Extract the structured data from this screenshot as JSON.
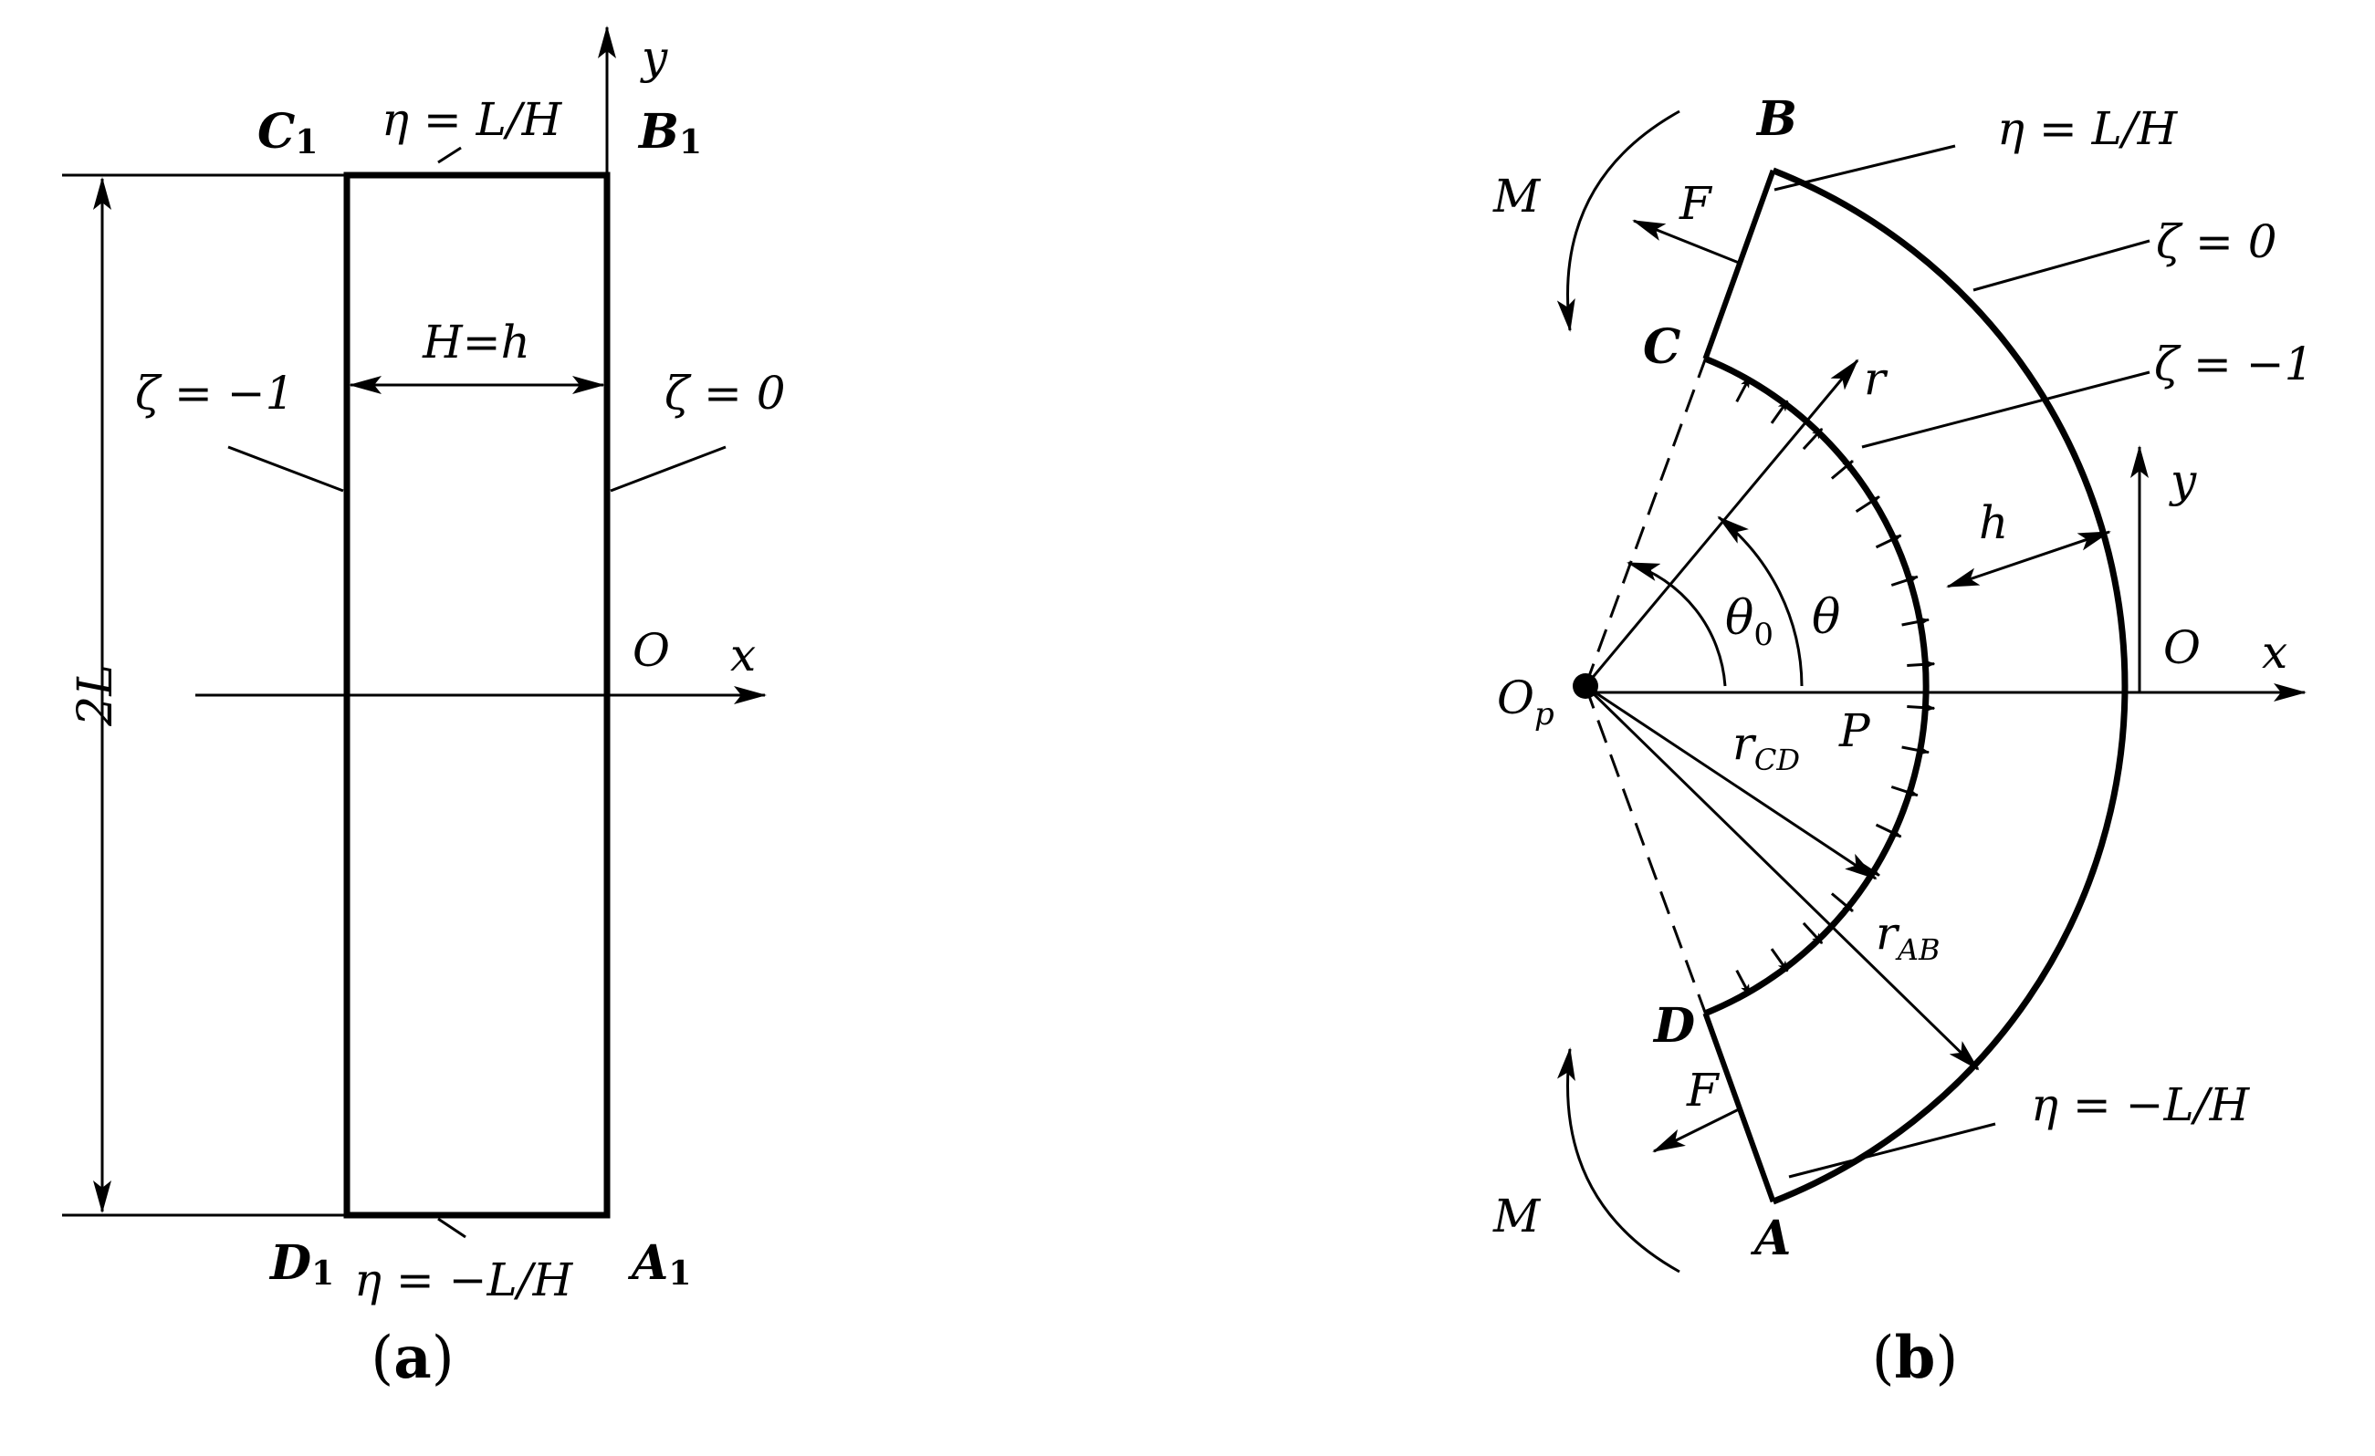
{
  "panel_a": {
    "caption": "(a)",
    "corner_C1": "C",
    "corner_C1_sub": "1",
    "corner_B1": "B",
    "corner_B1_sub": "1",
    "corner_D1": "D",
    "corner_D1_sub": "1",
    "corner_A1": "A",
    "corner_A1_sub": "1",
    "eta_top": "η = L/H",
    "eta_bottom": "η = −L/H",
    "zeta_left": "ζ = −1",
    "zeta_right": "ζ = 0",
    "width_label": "H=h",
    "length_label": "2L",
    "origin": "O",
    "x_axis": "x",
    "y_axis": "y"
  },
  "panel_b": {
    "caption": "(b)",
    "corner_B": "B",
    "corner_C": "C",
    "corner_D": "D",
    "corner_A": "A",
    "eta_top": "η = L/H",
    "eta_bottom": "η = −L/H",
    "zeta_outer": "ζ = 0",
    "zeta_inner": "ζ = −1",
    "moment_top": "M",
    "moment_bottom": "M",
    "force_top": "F",
    "force_bottom": "F",
    "radius": "r",
    "thickness": "h",
    "theta0": "θ",
    "theta0_sub": "0",
    "theta": "θ",
    "pole": "O",
    "pole_sub": "p",
    "origin": "O",
    "x_axis": "x",
    "y_axis": "y",
    "pressure": "P",
    "r_cd": "r",
    "r_cd_sub": "CD",
    "r_ab": "r",
    "r_ab_sub": "AB"
  }
}
